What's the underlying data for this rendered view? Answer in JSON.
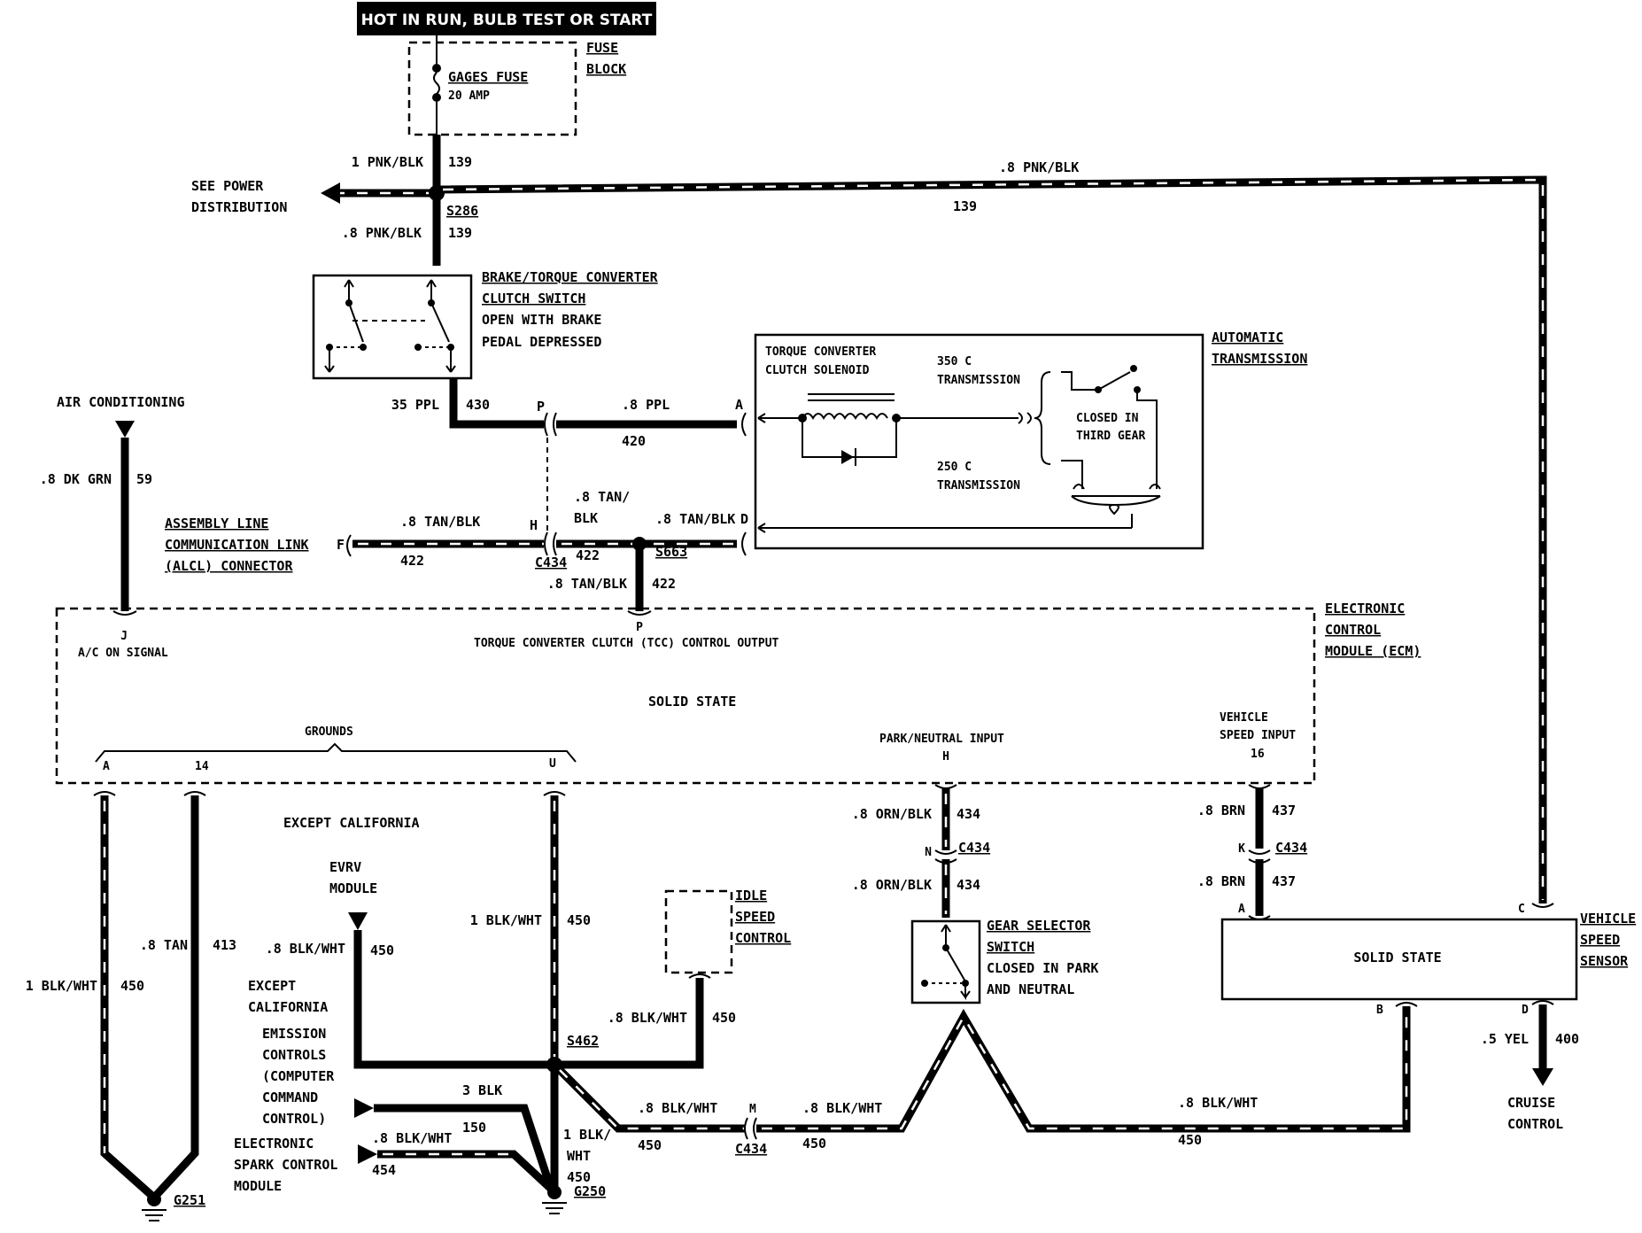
{
  "title_bar": "HOT IN RUN,   BULB TEST OR START",
  "fuse_block": {
    "label_1": "FUSE",
    "label_2": "BLOCK",
    "fuse_name": "GAGES FUSE",
    "fuse_rating": "20 AMP"
  },
  "power_dist": {
    "line_1": "SEE POWER",
    "line_2": "DISTRIBUTION"
  },
  "splice_s286": "S286",
  "wires": {
    "w139_upper_gauge": "1 PNK/BLK",
    "w139_upper_num": "139",
    "w139_right_gauge": ".8 PNK/BLK",
    "w139_right_num": "139",
    "w139_lower_gauge": ".8 PNK/BLK",
    "w139_lower_num": "139",
    "w430_gauge": "35 PPL",
    "w430_num": "430",
    "w420_gauge": ".8 PPL",
    "w420_num": "420",
    "w59_gauge": ".8 DK GRN",
    "w59_num": "59",
    "w422_left_gauge": ".8 TAN/BLK",
    "w422_left_num": "422",
    "w422_mid_gauge_1": ".8 TAN/",
    "w422_mid_gauge_2": "BLK",
    "w422_mid_num": "422",
    "w422_right_gauge": ".8 TAN/BLK",
    "w422_down_gauge": ".8 TAN/BLK",
    "w422_down_num": "422",
    "w434_upper_gauge": ".8 ORN/BLK",
    "w434_upper_num": "434",
    "w434_lower_gauge": ".8 ORN/BLK",
    "w434_lower_num": "434",
    "w437_upper_gauge": ".8 BRN",
    "w437_upper_num": "437",
    "w437_lower_gauge": ".8 BRN",
    "w437_lower_num": "437",
    "w450_left_gauge": "1 BLK/WHT",
    "w450_left_num": "450",
    "w413_gauge": ".8 TAN",
    "w413_num": "413",
    "w450_center_gauge": "1 BLK/WHT",
    "w450_center_num": "450",
    "w450_evrv_gauge": ".8 BLK/WHT",
    "w450_evrv_num": "450",
    "w450_idle_gauge": ".8 BLK/WHT",
    "w450_idle_num": "450",
    "w3blk_gauge": "3 BLK",
    "w3blk_num": "150",
    "w454_gauge": ".8 BLK/WHT",
    "w454_num": "454",
    "w450_g250_gauge_1": "1 BLK/",
    "w450_g250_gauge_2": "WHT",
    "w450_g250_num": "450",
    "w450_m_left_gauge": ".8 BLK/WHT",
    "w450_m_left_num": "450",
    "w450_m_right_gauge": ".8 BLK/WHT",
    "w450_m_right_num": "450",
    "w450_far_gauge": ".8 BLK/WHT",
    "w450_far_num": "450",
    "w400_gauge": ".5 YEL",
    "w400_num": "400"
  },
  "brake_switch": {
    "line_1": "BRAKE/TORQUE CONVERTER",
    "line_2": "CLUTCH SWITCH",
    "line_3": "OPEN WITH BRAKE",
    "line_4": "PEDAL DEPRESSED"
  },
  "auto_trans": {
    "label_1": "AUTOMATIC",
    "label_2": "TRANSMISSION",
    "solenoid_1": "TORQUE CONVERTER",
    "solenoid_2": "CLUTCH SOLENOID",
    "t350_1": "350 C",
    "t350_2": "TRANSMISSION",
    "t250_1": "250 C",
    "t250_2": "TRANSMISSION",
    "third_1": "CLOSED IN",
    "third_2": "THIRD GEAR"
  },
  "pins": {
    "p_top": "P",
    "a_top": "A",
    "h_alcl": "H",
    "f_alcl": "F",
    "d_trans": "D",
    "j_ecm": "J",
    "p_ecm": "P",
    "a_ecm": "A",
    "ecm_14": "14",
    "u_ecm": "U",
    "h_ecm": "H",
    "ecm_16": "16",
    "n_c434": "N",
    "k_c434": "K",
    "a_vss": "A",
    "b_vss": "B",
    "c_vss": "C",
    "d_vss": "D",
    "m_c434": "M"
  },
  "connectors": {
    "c434_alcl": "C434",
    "s663": "S663",
    "c434_n": "C434",
    "c434_k": "C434",
    "c434_m": "C434",
    "s462": "S462"
  },
  "air_cond": "AIR CONDITIONING",
  "alcl": {
    "line_1": "ASSEMBLY LINE",
    "line_2": "COMMUNICATION LINK",
    "line_3": "(ALCL) CONNECTOR"
  },
  "ecm": {
    "label_1": "ELECTRONIC",
    "label_2": "CONTROL",
    "label_3": "MODULE (ECM)",
    "ac_signal": "A/C ON SIGNAL",
    "tcc_output": "TORQUE CONVERTER CLUTCH (TCC) CONTROL OUTPUT",
    "solid_state": "SOLID STATE",
    "grounds": "GROUNDS",
    "park_neutral": "PARK/NEUTRAL INPUT",
    "vsi_1": "VEHICLE",
    "vsi_2": "SPEED INPUT"
  },
  "except_cal_top": "EXCEPT CALIFORNIA",
  "evrv": {
    "line_1": "EVRV",
    "line_2": "MODULE"
  },
  "except_cal_left": {
    "line_1": "EXCEPT",
    "line_2": "CALIFORNIA"
  },
  "emission": {
    "line_1": "EMISSION",
    "line_2": "CONTROLS",
    "line_3": "(COMPUTER",
    "line_4": "COMMAND",
    "line_5": "CONTROL)"
  },
  "esc": {
    "line_1": "ELECTRONIC",
    "line_2": "SPARK CONTROL",
    "line_3": "MODULE"
  },
  "idle": {
    "line_1": "IDLE",
    "line_2": "SPEED",
    "line_3": "CONTROL"
  },
  "gear_sel": {
    "line_1": "GEAR SELECTOR",
    "line_2": "SWITCH",
    "line_3": "CLOSED IN PARK",
    "line_4": "AND NEUTRAL"
  },
  "vss": {
    "solid_state": "SOLID STATE",
    "label_1": "VEHICLE",
    "label_2": "SPEED",
    "label_3": "SENSOR"
  },
  "cruise": {
    "line_1": "CRUISE",
    "line_2": "CONTROL"
  },
  "grounds": {
    "g251": "G251",
    "g250": "G250"
  }
}
